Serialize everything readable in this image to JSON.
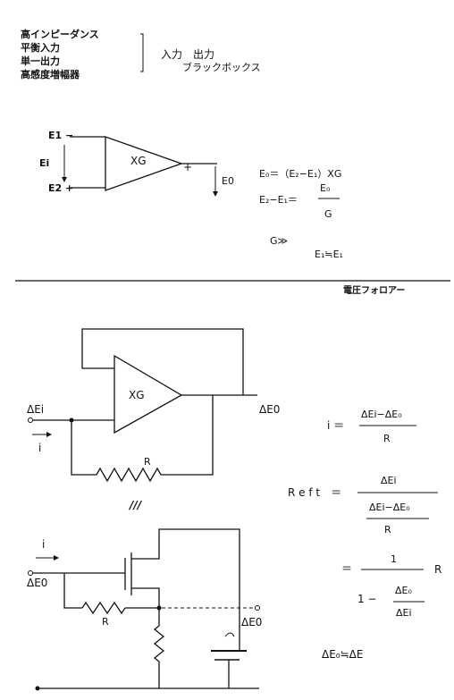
{
  "header": {
    "properties": [
      "高インピーダンス",
      "平衡入力",
      "単一出力",
      "高感度増幅器"
    ],
    "io_label": "入力　出力",
    "box_label": "ブラックボックス"
  },
  "amp1": {
    "e1_label": "E1 −",
    "e2_label": "E2 +",
    "ei_label": "Ei",
    "gain_label": "ⅩG",
    "plus_sign": "+",
    "e0_label": "E0"
  },
  "eq1": {
    "line1": "E₀＝（E₂−E₁）ⅩG",
    "lhs2": "E₂−E₁＝",
    "num2": "E₀",
    "den2": "G",
    "cond": "G≫",
    "approx": "E₁≒E₁"
  },
  "section2": {
    "title": "電圧フォロアー"
  },
  "follower": {
    "dei_label": "ΔEi",
    "i_label": "i",
    "gain_label": "ⅩG",
    "de0_label": "ΔE0",
    "r_label": "R",
    "equiv_mark": "///"
  },
  "fet": {
    "i_label": "i",
    "de0_in_label": "ΔE0",
    "r_label": "R",
    "de0_out_label": "ΔE0"
  },
  "eq2": {
    "i_lhs": "i ＝",
    "i_num": "ΔEi−ΔE₀",
    "i_den": "R",
    "reff_lhs": "R e f t　＝",
    "reff_num": "ΔEi",
    "reff_inner_num": "ΔEi−ΔE₀",
    "reff_inner_den": "R",
    "eq_sign": "＝",
    "one_num": "1",
    "r_factor": "R",
    "one_minus": "1 −",
    "frac_num": "ΔE₀",
    "frac_den": "ΔEi",
    "approx": "ΔE₀≒ΔE"
  }
}
